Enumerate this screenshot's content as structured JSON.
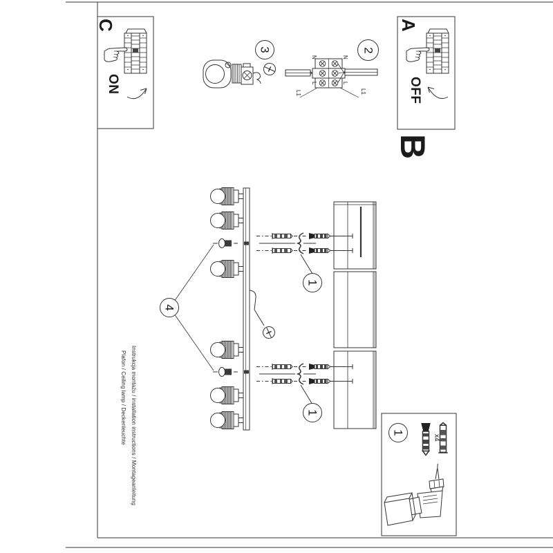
{
  "colors": {
    "ink": "#2a2a2a",
    "paper": "#ffffff"
  },
  "titles": {
    "instructions": "Instrukcja montażu / installation instructions / Montageanleitung",
    "product": "Plafon / Ceiling lamp / Deckenleuchte"
  },
  "steps": {
    "power_off": {
      "label": "A",
      "state": "OFF"
    },
    "mounting": {
      "label": "B"
    },
    "power_on": {
      "label": "C",
      "state": "ON"
    }
  },
  "callouts": {
    "fixings": "1",
    "terminal_block": "2",
    "cable_gland": "3",
    "adjustment_knob": "4"
  },
  "terminal_labels": {
    "n_left": "N",
    "n_right": "N",
    "l_left": "L",
    "l_right": "L",
    "l1_left": "L1",
    "l1_right": "L1"
  },
  "parts_box": {
    "callout": "1",
    "fixings_quantity": "x4"
  }
}
